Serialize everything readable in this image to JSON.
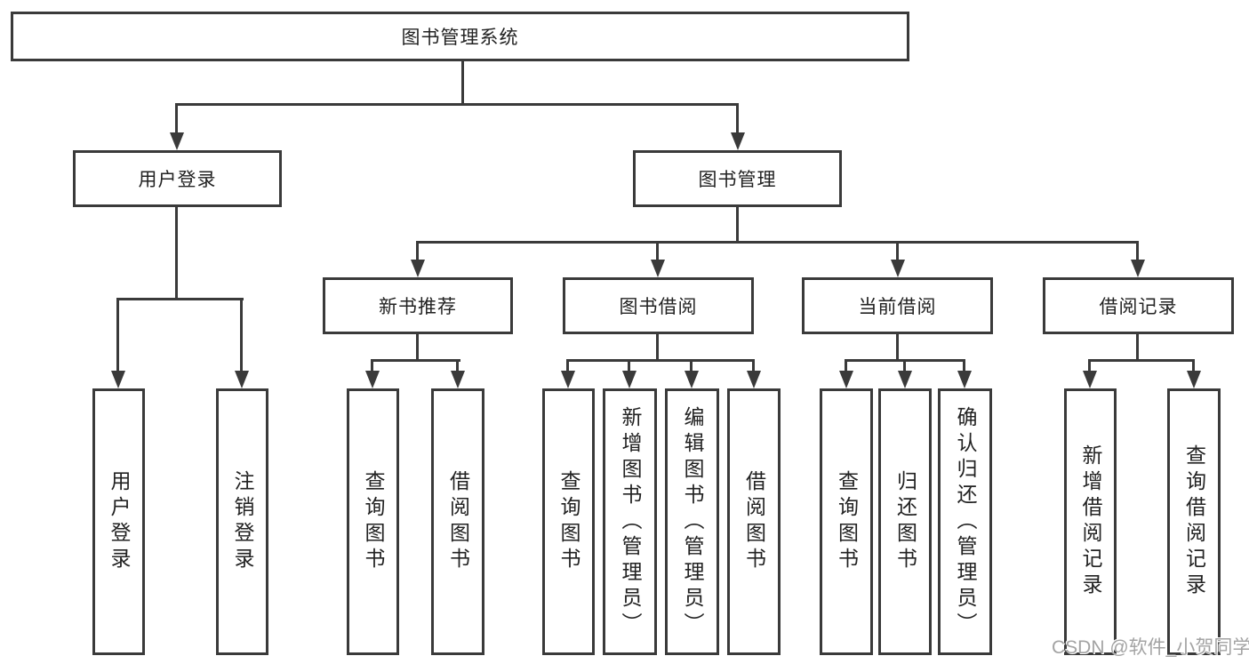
{
  "diagram_title": "图书管理系统",
  "tree": {
    "root": {
      "label": "图书管理系统"
    },
    "children": [
      {
        "label": "用户登录",
        "children": [
          {
            "label": "用户登录"
          },
          {
            "label": "注销登录"
          }
        ]
      },
      {
        "label": "图书管理",
        "children": [
          {
            "label": "新书推荐",
            "children": [
              {
                "label": "查询图书"
              },
              {
                "label": "借阅图书"
              }
            ]
          },
          {
            "label": "图书借阅",
            "children": [
              {
                "label": "查询图书"
              },
              {
                "label": "新增图书（管理员）"
              },
              {
                "label": "编辑图书（管理员）"
              },
              {
                "label": "借阅图书"
              }
            ]
          },
          {
            "label": "当前借阅",
            "children": [
              {
                "label": "查询图书"
              },
              {
                "label": "归还图书"
              },
              {
                "label": "确认归还（管理员）"
              }
            ]
          },
          {
            "label": "借阅记录",
            "children": [
              {
                "label": "新增借阅记录"
              },
              {
                "label": "查询借阅记录"
              }
            ]
          }
        ]
      }
    ]
  },
  "watermark": "CSDN @软件_小贺同学",
  "colors": {
    "line": "#3a3a3a",
    "box_border": "#3a3a3a",
    "box_background": "#ffffff",
    "text": "#222222",
    "watermark": "#a3a3a3",
    "page_background": "#ffffff"
  }
}
